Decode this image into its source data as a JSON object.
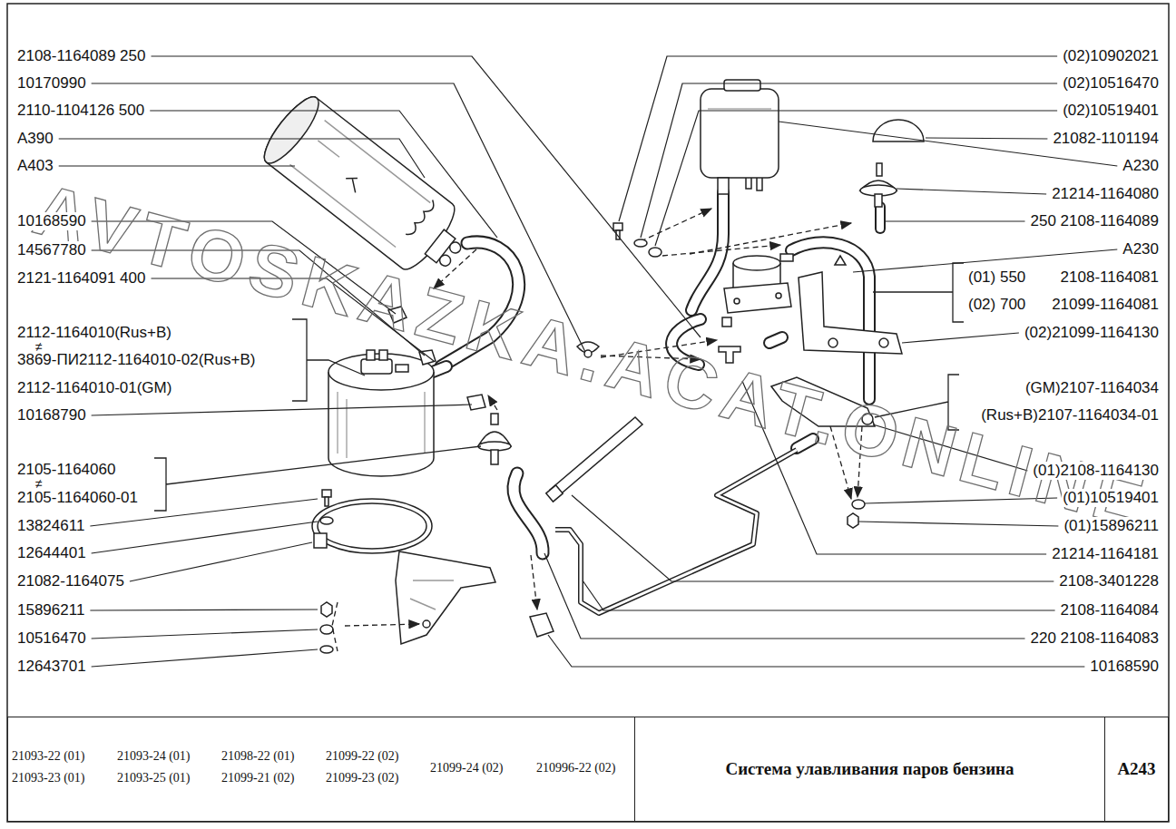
{
  "diagram": {
    "nodes": [
      {
        "text": [
          "21093-22 (01)",
          "21093-24 (01)",
          "21098-22 (01)",
          "21099-22 (02)",
          "21099-24 (02)",
          "210996-22 (02)",
          "21093-23 (01)",
          "21093-25 (01)",
          "21099-21 (02)",
          "21099-23 (02)"
        ]
      },
      {
        "text": [
          "Система улавливания паров бензина"
        ]
      },
      {
        "text": [
          "А243"
        ]
      }
    ],
    "labels": [
      "2108-1164089 250",
      "10170990",
      "2110-1104126 500",
      "А390",
      "А403",
      "10168590",
      "14567780",
      "2121-1164091 400",
      "2112-1164010(Rus+B)",
      "≠",
      "3869-ПИ2112-1164010-02(Rus+B)",
      "2112-1164010-01(GM)",
      "10168790",
      "2105-1164060",
      "≠",
      "2105-1164060-01",
      "13824611",
      "12644401",
      "21082-1164075",
      "15896211",
      "10516470",
      "12643701",
      "(02)10902021",
      "(02)10516470",
      "(02)10519401",
      "21082-1101194",
      "А230",
      "21214-1164080",
      "250 2108-1164089",
      "А230",
      "(01) 550",
      "2108-1164081",
      "(02) 700",
      "21099-1164081",
      "(02)21099-1164130",
      "(GM)2107-1164034",
      "(Rus+B)2107-1164034-01",
      "(01)2108-1164130",
      "(01)10519401",
      "(01)15896211",
      "21214-1164181",
      "2108-3401228",
      "2108-1164084",
      "220 2108-1164083",
      "10168590",
      "AVTOSKAZKA.ACAT.ONLINE"
    ]
  }
}
